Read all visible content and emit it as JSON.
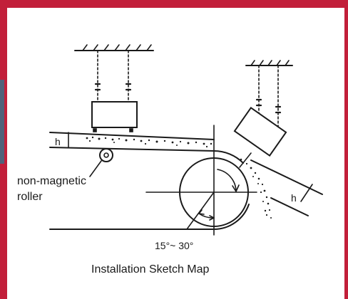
{
  "diagram": {
    "title": "Installation Sketch Map",
    "roller_label_line1": "non-magnetic",
    "roller_label_line2": "roller",
    "angle_range": "15°~ 30°",
    "height_symbol": "h",
    "line_color": "#1a1a1a",
    "frame_color": "#c21f3a"
  }
}
